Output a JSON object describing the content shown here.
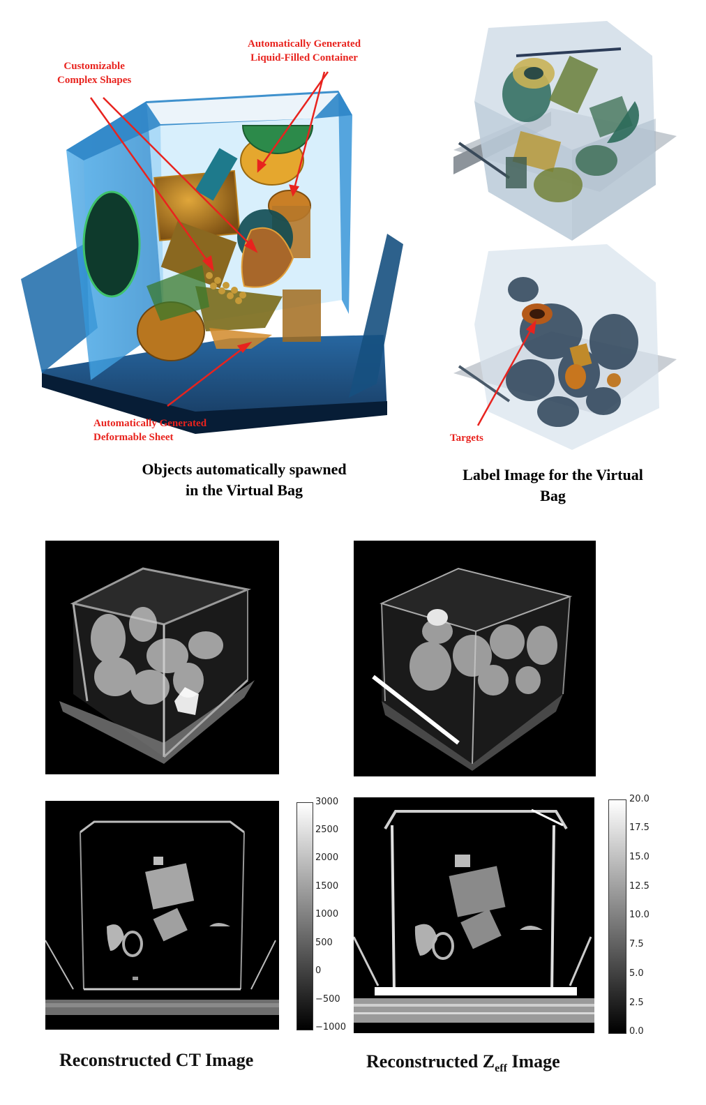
{
  "annotations": {
    "complex_shapes": [
      "Customizable",
      "Complex Shapes"
    ],
    "liquid_container": [
      "Automatically Generated",
      "Liquid-Filled Container"
    ],
    "deformable_sheet": [
      "Automatically Generated",
      "Deformable Sheet"
    ],
    "targets": "Targets"
  },
  "captions": {
    "virtual_bag": [
      "Objects automatically spawned",
      "in the Virtual Bag"
    ],
    "label_image": [
      "Label Image for the Virtual",
      "Bag"
    ],
    "ct_image": "Reconstructed CT Image",
    "zeff_prefix": "Reconstructed Z",
    "zeff_sub": "eff",
    "zeff_suffix": " Image"
  },
  "colorbars": {
    "ct": [
      "3000",
      "2500",
      "2000",
      "1500",
      "1000",
      "500",
      "0",
      "−500",
      "−1000"
    ],
    "zeff": [
      "20.0",
      "17.5",
      "15.0",
      "12.5",
      "10.0",
      "7.5",
      "5.0",
      "2.5",
      "0.0"
    ]
  },
  "colors": {
    "annotation_red": "#e8231e",
    "bag_blue": "#2a8fd6",
    "object_orange": "#c58a1f"
  }
}
